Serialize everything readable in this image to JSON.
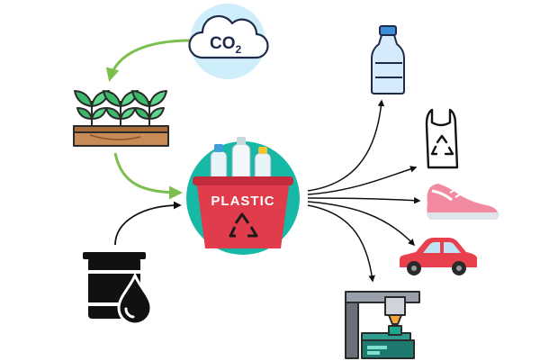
{
  "co2": {
    "main": "CO",
    "sub": "2"
  },
  "center": {
    "label": "PLASTIC"
  },
  "colors": {
    "green_arrow": "#7cbf4f",
    "black_arrow": "#111111",
    "basket_red": "#e03c4c",
    "circle_teal": "#16b8a6",
    "cloud_bg": "#cdeefa",
    "car_red": "#e8404c",
    "bottle_blue": "#cfe8fb",
    "shoe_pink": "#f28aa0"
  },
  "icons": [
    "cloud-co2-icon",
    "plant-seedlings-icon",
    "oil-barrel-icon",
    "plastic-basket-icon",
    "water-bottle-icon",
    "recycle-bag-icon",
    "sneaker-icon",
    "car-icon",
    "3d-printer-icon"
  ]
}
